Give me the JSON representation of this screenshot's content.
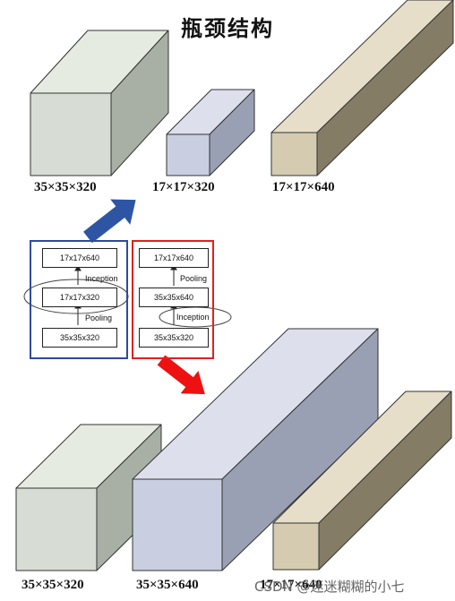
{
  "title": "瓶颈结构",
  "top_blocks": [
    {
      "label": "35×35×320"
    },
    {
      "label": "17×17×320"
    },
    {
      "label": "17×17×640"
    }
  ],
  "bottom_blocks": [
    {
      "label": "35×35×320"
    },
    {
      "label": "35×35×640"
    },
    {
      "label": "17×17×640"
    }
  ],
  "panel_left": {
    "nodes": [
      "17x17x640",
      "17x17x320",
      "35x35x320"
    ],
    "edge_top": "Inception",
    "edge_bottom": "Pooling"
  },
  "panel_right": {
    "nodes": [
      "17x17x640",
      "35x35x640",
      "35x35x320"
    ],
    "edge_top": "Pooling",
    "edge_bottom": "Inception"
  },
  "watermark": "CSDN @迷迷糊糊的小七",
  "colors": {
    "block_gray": "#d4dad2",
    "block_blue": "#c6cbdc",
    "block_tan": "#d3c9b0",
    "arrow_blue": "#2e55a4",
    "arrow_red": "#ee1111"
  }
}
